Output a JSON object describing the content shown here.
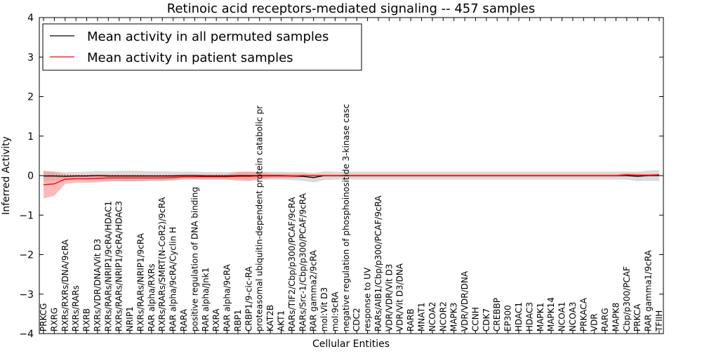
{
  "chart_data": {
    "type": "line",
    "title": "Retinoic acid receptors-mediated signaling -- 457 samples",
    "xlabel": "Cellular Entities",
    "ylabel": "Inferred Activity",
    "ylim": [
      -4,
      4
    ],
    "yticks": [
      -4,
      -3,
      -2,
      -1,
      0,
      1,
      2,
      3,
      4
    ],
    "grid": false,
    "legend_position": "top-left",
    "categories": [
      "PRKCG",
      "RXRG",
      "RXRs/RXRs/DNA/9cRA",
      "RXRs/RARs",
      "RXRB",
      "RXRs/VDR/DNA/Vit D3",
      "RXRs/RARs/NRIP1/9cRA/HDAC1",
      "RXRs/RARs/NRIP1/9cRA/HDAC3",
      "NRIP1",
      "RXRs/RARs/NRIP1/9cRA",
      "RAR alpha/RXRs",
      "RXRs/RARs/SMRT(N-CoR2)/9cRA",
      "RAR alpha/9cRA/Cyclin H",
      "RARA",
      "positive regulation of DNA binding",
      "RAR alpha/Jnk1",
      "RXRA",
      "RAR alpha/9cRA",
      "RBP1",
      "CRBP1/9-cic-RA",
      "proteasomal ubiquitin-dependent protein catabolic pr",
      "KAT2B",
      "AKT1",
      "RARs/TIF2/Cbp/p300/PCAF/9cRA",
      "RARs/Src-1/Cbp/p300/PCAF/9cRA",
      "RAR gamma2/9cRA",
      "mol:Vit D3",
      "mol:9cRA",
      "negative regulation of phosphoinositide 3-kinase casc",
      "CDC2",
      "response to UV",
      "RARs/AIB1/Cbp/p300/PCAF/9cRA",
      "VDR/VDR/Vit D3",
      "VDR/Vit D3/DNA",
      "RARB",
      "MNAT1",
      "NCOA2",
      "NCOR2",
      "MAPK3",
      "VDR/VDR/DNA",
      "CCNH",
      "CDK7",
      "CREBBP",
      "EP300",
      "HDAC1",
      "HDAC3",
      "MAPK1",
      "MAPK14",
      "NCOA1",
      "NCOA3",
      "PRKACA",
      "VDR",
      "RARG",
      "MAPK8",
      "Cbp/p300/PCAF",
      "PRKCA",
      "RAR gamma1/9cRA",
      "TFIIH"
    ],
    "series": [
      {
        "name": "Mean activity in all permuted samples",
        "color": "#000000",
        "band_color": "#bbbbbb",
        "values": [
          -0.01,
          -0.01,
          -0.02,
          -0.01,
          -0.01,
          0.0,
          -0.01,
          -0.01,
          -0.01,
          -0.01,
          -0.01,
          -0.01,
          -0.01,
          0.0,
          0.0,
          -0.01,
          -0.01,
          -0.01,
          0.0,
          0.0,
          0.0,
          0.0,
          0.0,
          -0.01,
          -0.02,
          -0.05,
          0.0,
          0.0,
          0.0,
          0.0,
          0.0,
          0.0,
          0.0,
          0.0,
          0.0,
          0.0,
          0.0,
          0.0,
          0.0,
          0.0,
          0.0,
          0.0,
          0.0,
          0.0,
          0.0,
          0.0,
          0.0,
          0.0,
          0.0,
          0.0,
          0.0,
          0.0,
          0.0,
          0.0,
          0.0,
          -0.02,
          0.0,
          0.0
        ],
        "band": [
          0.13,
          0.12,
          0.11,
          0.1,
          0.11,
          0.12,
          0.12,
          0.13,
          0.14,
          0.13,
          0.12,
          0.12,
          0.11,
          0.1,
          0.1,
          0.1,
          0.1,
          0.1,
          0.1,
          0.1,
          0.1,
          0.1,
          0.1,
          0.1,
          0.11,
          0.12,
          0.11,
          0.1,
          0.1,
          0.1,
          0.1,
          0.1,
          0.1,
          0.1,
          0.1,
          0.1,
          0.1,
          0.1,
          0.1,
          0.1,
          0.1,
          0.1,
          0.1,
          0.1,
          0.1,
          0.1,
          0.1,
          0.1,
          0.1,
          0.1,
          0.1,
          0.1,
          0.1,
          0.1,
          0.1,
          0.12,
          0.13,
          0.14
        ]
      },
      {
        "name": "Mean activity in patient samples",
        "color": "#ff0000",
        "band_color": "#ff7f7f",
        "values": [
          -0.23,
          -0.21,
          -0.09,
          -0.08,
          -0.08,
          -0.07,
          -0.06,
          -0.06,
          -0.06,
          -0.06,
          -0.06,
          -0.06,
          -0.05,
          -0.03,
          -0.03,
          -0.03,
          -0.03,
          -0.03,
          -0.02,
          -0.02,
          -0.01,
          -0.01,
          -0.01,
          -0.01,
          0.0,
          0.0,
          0.0,
          0.0,
          0.0,
          0.0,
          0.0,
          0.0,
          0.0,
          0.0,
          0.0,
          0.0,
          0.0,
          0.0,
          0.0,
          0.0,
          0.0,
          0.0,
          0.0,
          0.0,
          0.0,
          0.0,
          0.0,
          0.0,
          0.0,
          0.0,
          0.0,
          0.0,
          0.0,
          0.0,
          0.02,
          0.01,
          0.01,
          0.02
        ],
        "band": [
          0.35,
          0.3,
          0.12,
          0.1,
          0.1,
          0.1,
          0.09,
          0.08,
          0.08,
          0.08,
          0.07,
          0.07,
          0.07,
          0.06,
          0.06,
          0.06,
          0.06,
          0.06,
          0.11,
          0.12,
          0.09,
          0.06,
          0.05,
          0.05,
          0.04,
          0.03,
          0.03,
          0.03,
          0.03,
          0.03,
          0.03,
          0.03,
          0.03,
          0.03,
          0.03,
          0.03,
          0.03,
          0.03,
          0.03,
          0.03,
          0.03,
          0.03,
          0.03,
          0.03,
          0.03,
          0.03,
          0.03,
          0.03,
          0.03,
          0.03,
          0.03,
          0.03,
          0.03,
          0.03,
          0.04,
          0.04,
          0.03,
          0.03
        ]
      }
    ]
  }
}
